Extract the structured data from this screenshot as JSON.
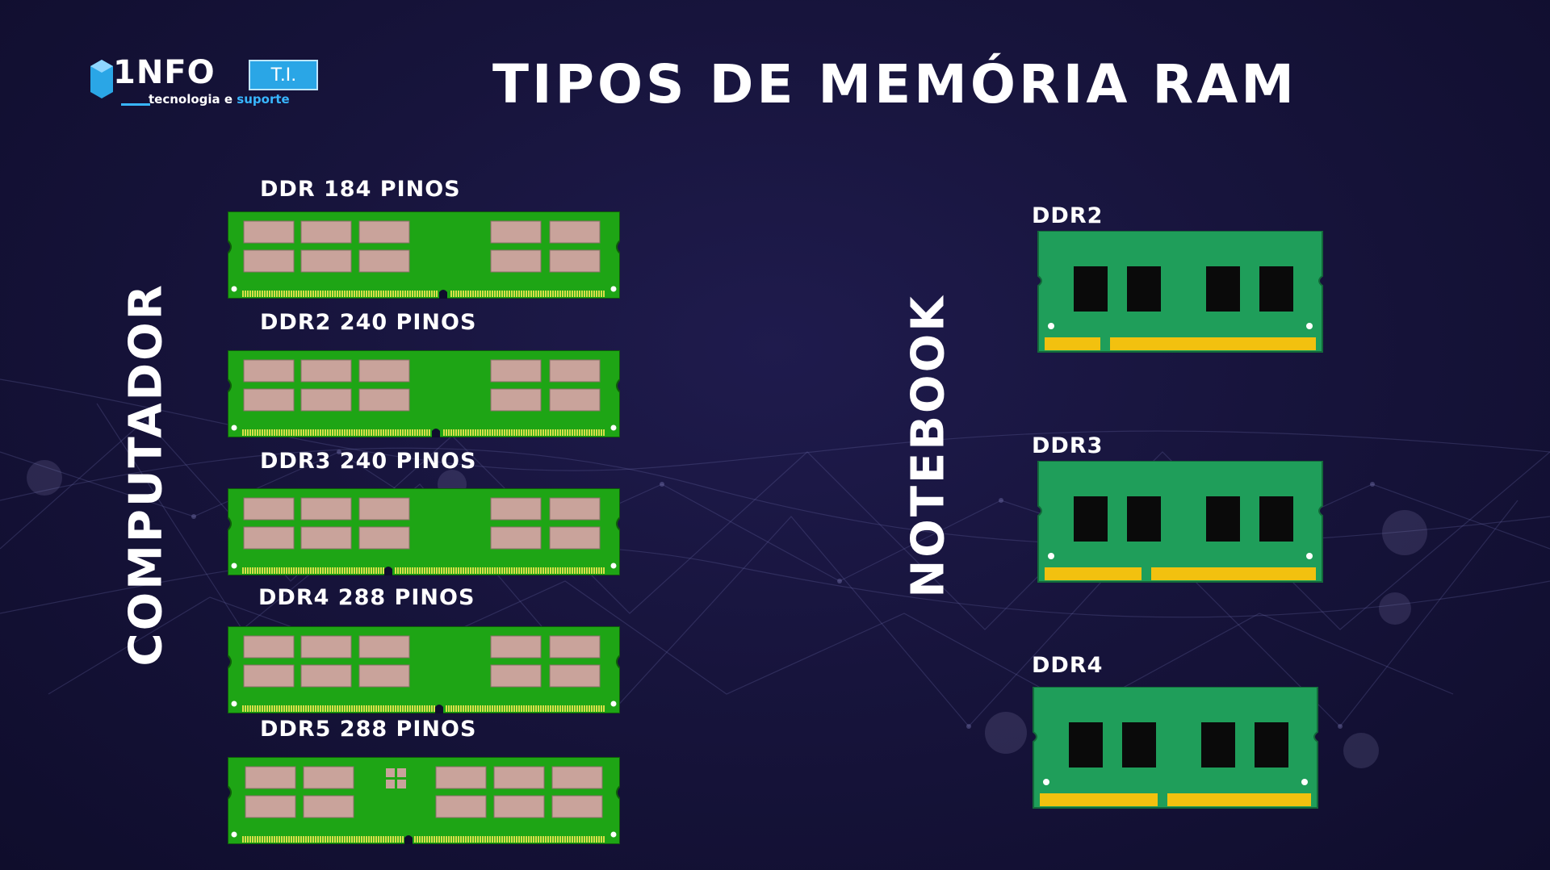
{
  "brand": {
    "logo_name": "1NFO",
    "logo_badge": "T.I.",
    "tagline_prefix": "tecnologia e ",
    "tagline_highlight": "suporte",
    "accent_color": "#2aa6e6"
  },
  "title": "TIPOS DE MEMÓRIA RAM",
  "computer": {
    "label": "COMPUTADOR",
    "modules": [
      {
        "label": "DDR 184 PINOS",
        "notch": 0.55
      },
      {
        "label": "DDR2 240 PINOS",
        "notch": 0.53
      },
      {
        "label": "DDR3 240 PINOS",
        "notch": 0.41
      },
      {
        "label": "DDR4 288 PINOS",
        "notch": 0.54
      },
      {
        "label": "DDR5 288 PINOS",
        "notch": 0.46
      }
    ]
  },
  "notebook": {
    "label": "NOTEBOOK",
    "modules": [
      {
        "label": "DDR2",
        "notch": 0.24
      },
      {
        "label": "DDR3",
        "notch": 0.38
      },
      {
        "label": "DDR4",
        "notch": 0.45
      }
    ]
  },
  "colors": {
    "dimm_pcb": "#1ea515",
    "sodimm_pcb": "#1f9e5a",
    "chip_desktop": "#c9a39b",
    "chip_notebook": "#0a0a0a",
    "contacts": "#f2c10f"
  }
}
